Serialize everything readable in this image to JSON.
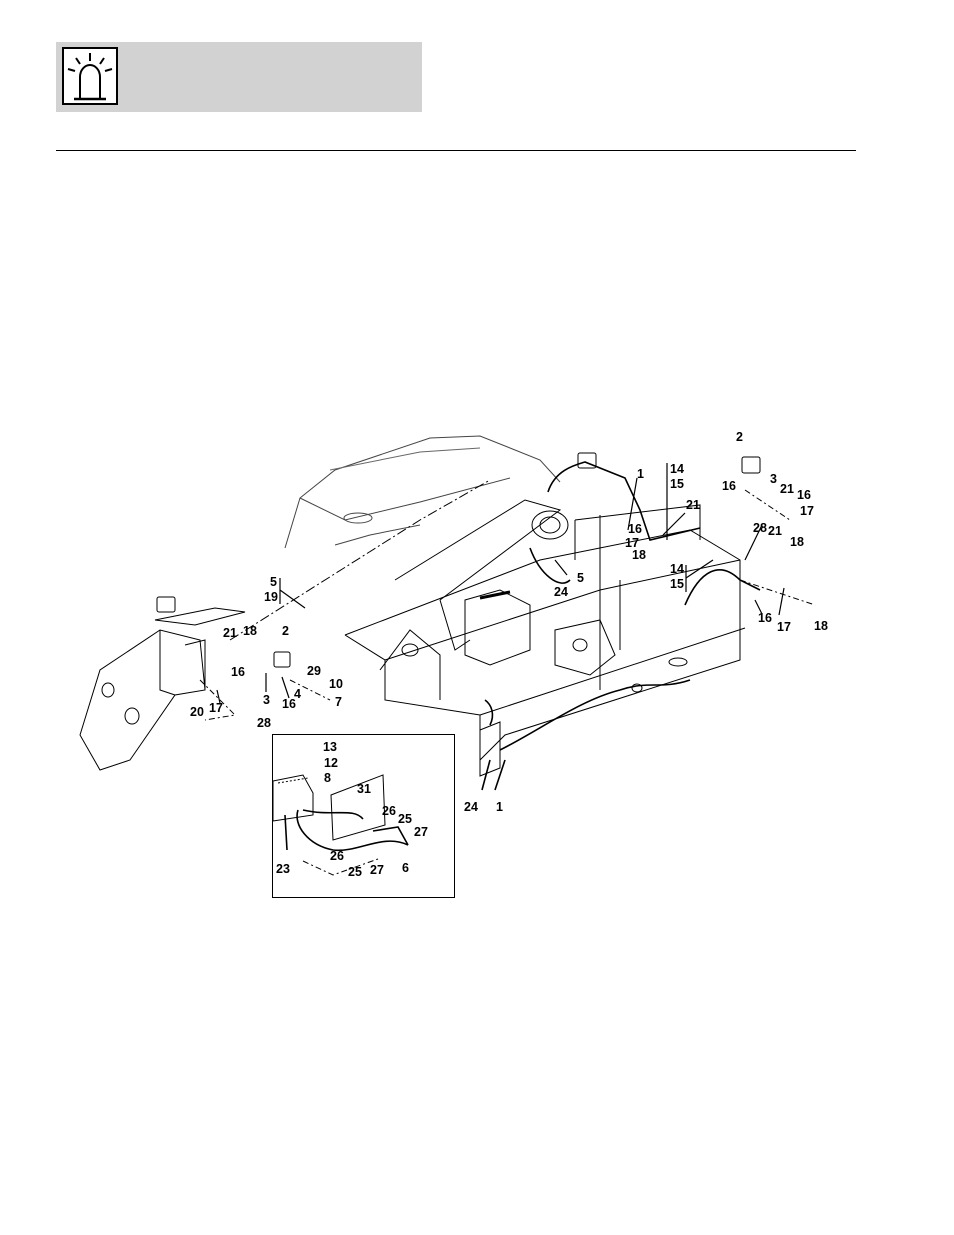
{
  "header": {
    "icon": "beacon-light-icon"
  },
  "diagram": {
    "callouts": [
      "1",
      "14",
      "15",
      "2",
      "16",
      "3",
      "21",
      "16",
      "17",
      "28",
      "18",
      "16",
      "17",
      "18",
      "21",
      "14",
      "15",
      "21",
      "16",
      "17",
      "18",
      "5",
      "24",
      "5",
      "19",
      "21",
      "18",
      "16",
      "2",
      "4",
      "29",
      "10",
      "7",
      "3",
      "16",
      "28",
      "20",
      "17",
      "13",
      "12",
      "8",
      "31",
      "26",
      "25",
      "27",
      "26",
      "25",
      "27",
      "6",
      "23",
      "24",
      "1"
    ]
  }
}
